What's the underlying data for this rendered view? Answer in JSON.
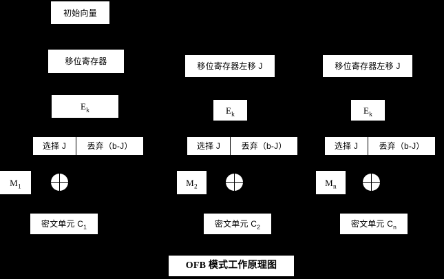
{
  "diagram": {
    "title": "OFB 模式工作原理图",
    "background_color": "#000000",
    "box_color": "#ffffff",
    "text_color": "#000000",
    "columns": [
      {
        "id": "column-1",
        "shift_register": "移位寄存器",
        "encrypt": "E",
        "encrypt_sub": "k",
        "select": "选择 J",
        "discard": "丢弃（b-J）",
        "plaintext": "M",
        "plaintext_sub": "1",
        "cipher": "密文单元 C",
        "cipher_sub": "1",
        "xor_symbol": "xor-circle"
      },
      {
        "id": "column-2",
        "shift_register": "移位寄存器左移 J",
        "encrypt": "E",
        "encrypt_sub": "k",
        "select": "选择 J",
        "discard": "丢弃（b-J）",
        "plaintext": "M",
        "plaintext_sub": "2",
        "cipher": "密文单元 C",
        "cipher_sub": "2",
        "xor_symbol": "xor-circle"
      },
      {
        "id": "column-n",
        "shift_register": "移位寄存器左移 J",
        "encrypt": "E",
        "encrypt_sub": "k",
        "select": "选择 J",
        "discard": "丢弃（b-J）",
        "plaintext": "M",
        "plaintext_sub": "n",
        "cipher": "密文单元 C",
        "cipher_sub": "n",
        "xor_symbol": "xor-circle"
      }
    ],
    "initial_vector": "初始向量"
  }
}
